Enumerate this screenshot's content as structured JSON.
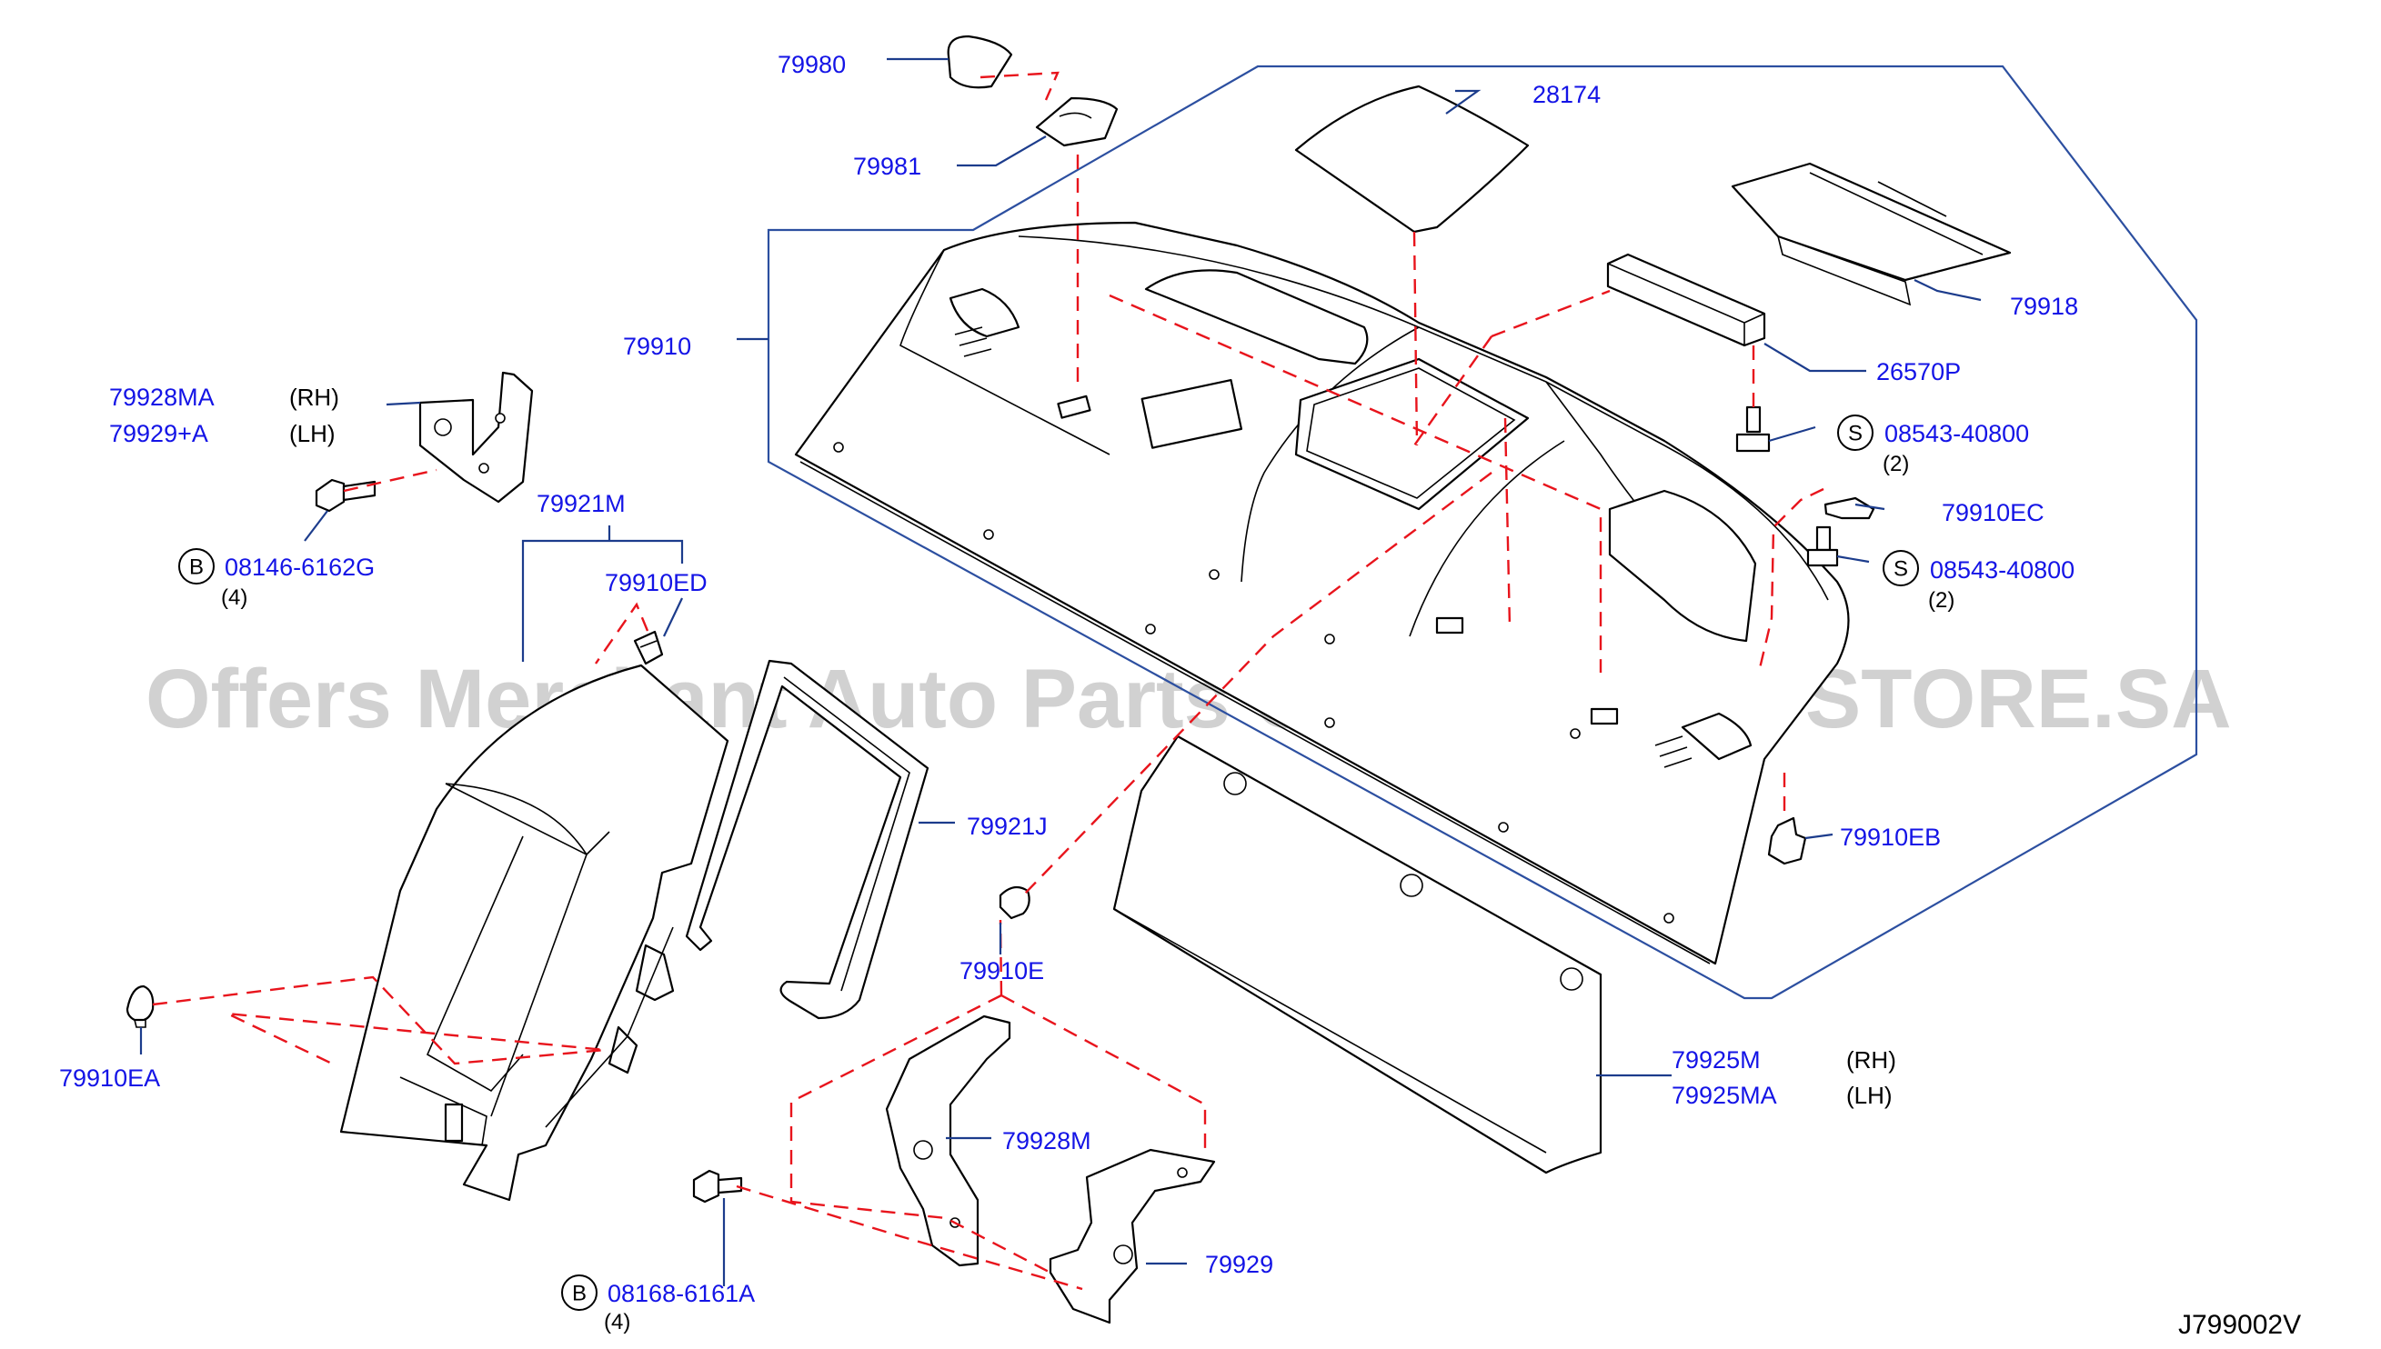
{
  "watermark": "Offers Merchant Auto Parts Catalog PARTSTORE.SA",
  "diagram_code": "J799002V",
  "colors": {
    "part_number": "#1414e6",
    "leader": "#1c3c8c",
    "dashed": "#e8141c"
  },
  "parts": {
    "p79980": "79980",
    "p79981": "79981",
    "p28174": "28174",
    "p79918": "79918",
    "p79910": "79910",
    "p26570P": "26570P",
    "p79928MA": "79928MA",
    "p79929A": "79929+A",
    "rh_1": "(RH)",
    "lh_1": "(LH)",
    "s_08543_a": "08543-40800",
    "s_qty_a": "(2)",
    "p79910EC": "79910EC",
    "s_08543_b": "08543-40800",
    "s_qty_b": "(2)",
    "b_08146": "08146-6162G",
    "b_qty_1": "(4)",
    "p79921M": "79921M",
    "p79910ED": "79910ED",
    "p79921J": "79921J",
    "p79910EB": "79910EB",
    "p79910E": "79910E",
    "p79910EA": "79910EA",
    "p79925M": "79925M",
    "p79925MA": "79925MA",
    "rh_2": "(RH)",
    "lh_2": "(LH)",
    "p79928M": "79928M",
    "p79929": "79929",
    "b_08168": "08168-6161A",
    "b_qty_2": "(4)"
  },
  "badges": {
    "s": "S",
    "b": "B"
  }
}
